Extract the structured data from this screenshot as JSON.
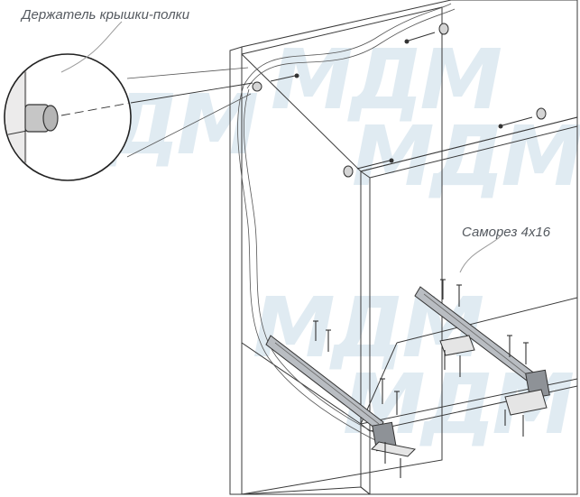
{
  "callouts": {
    "shelf_cover_holder": "Держатель крышки-полки",
    "screw": "Саморез 4х16"
  },
  "watermark": {
    "text": "МДМ"
  },
  "colors": {
    "cabinet": "#ecebeb",
    "lines": "#3a3a3a",
    "label": "#555a60",
    "watermark": "#c8dbe8",
    "rail": "#b9bdc2",
    "bracket": "#8e9297"
  }
}
